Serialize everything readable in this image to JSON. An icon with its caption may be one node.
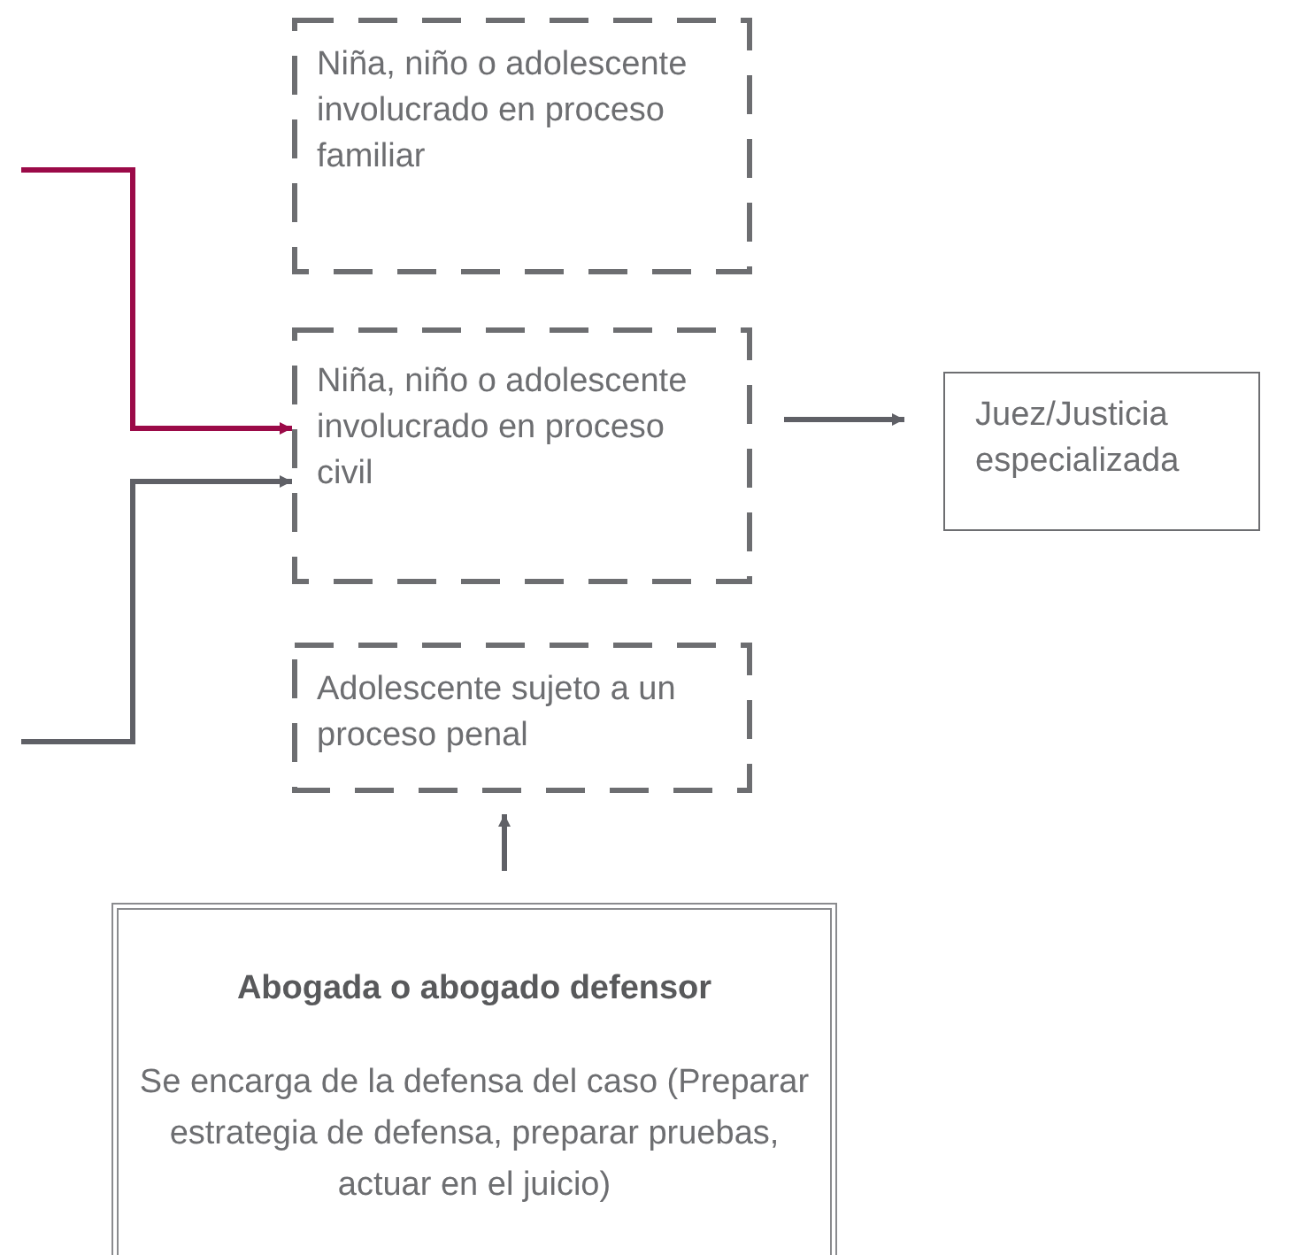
{
  "diagram": {
    "nodes": [
      {
        "text": [
          "Niña, niño o adolescente involucrado en proceso familiar"
        ]
      },
      {
        "text": [
          "Niña, niño o adolescente involucrado en proceso civil"
        ]
      },
      {
        "text": [
          "Adolescente sujeto a un proceso penal"
        ]
      },
      {
        "text": [
          "Juez/Justicia especializada"
        ]
      },
      {
        "text": [
          "Abogada o abogado defensor",
          "Se encarga de la defensa del caso (Preparar estrategia de defensa, preparar pruebas, actuar en el juicio)"
        ]
      }
    ],
    "edges": [
      {
        "from": null,
        "to": 1,
        "arrow": "to",
        "color": "#9b0a48"
      },
      {
        "from": null,
        "to": 1,
        "arrow": "to"
      },
      {
        "from": 1,
        "to": 3,
        "arrow": "to"
      },
      {
        "from": 4,
        "to": 2,
        "arrow": "to"
      }
    ]
  }
}
